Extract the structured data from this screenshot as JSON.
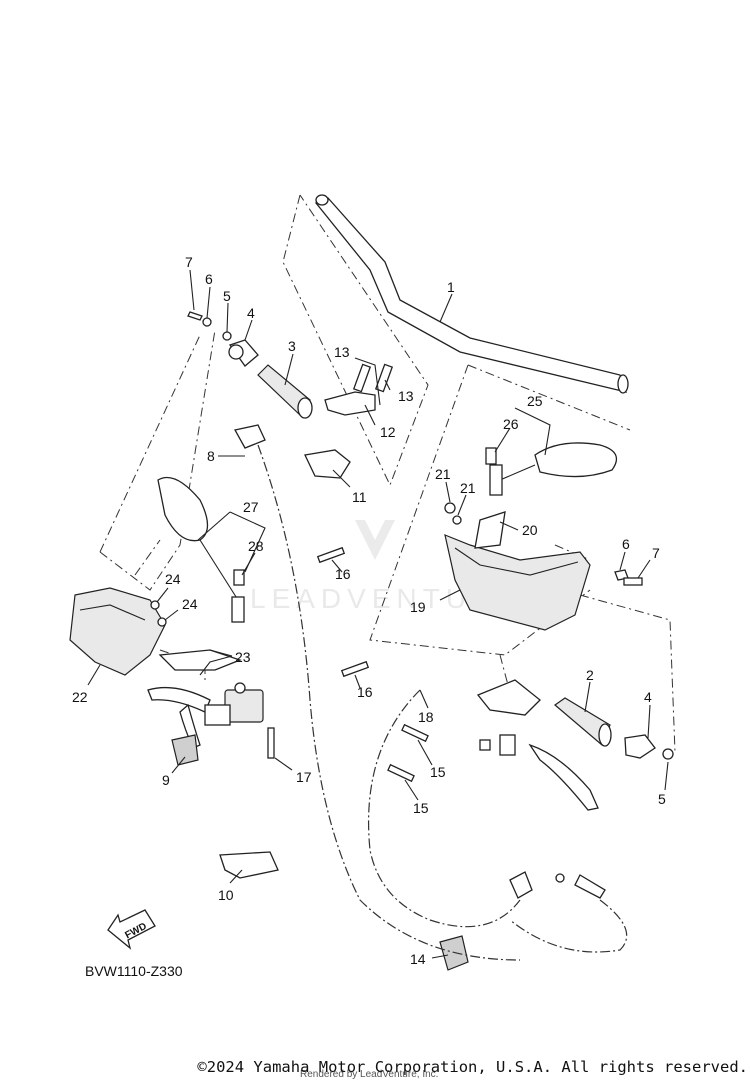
{
  "diagram": {
    "code": "BVW1110-Z330",
    "fwd_label": "FWD",
    "watermark": "LEADVENTURE",
    "callouts": [
      "1",
      "2",
      "3",
      "4",
      "4",
      "5",
      "5",
      "6",
      "6",
      "7",
      "7",
      "8",
      "9",
      "10",
      "11",
      "12",
      "13",
      "13",
      "14",
      "15",
      "15",
      "16",
      "16",
      "17",
      "18",
      "19",
      "20",
      "21",
      "21",
      "22",
      "23",
      "24",
      "24",
      "25",
      "26",
      "27",
      "28"
    ]
  },
  "footer": {
    "copyright": "©2024 Yamaha Motor Corporation, U.S.A. All rights reserved.",
    "rendered_by": "Rendered by LeadVenture, Inc."
  }
}
